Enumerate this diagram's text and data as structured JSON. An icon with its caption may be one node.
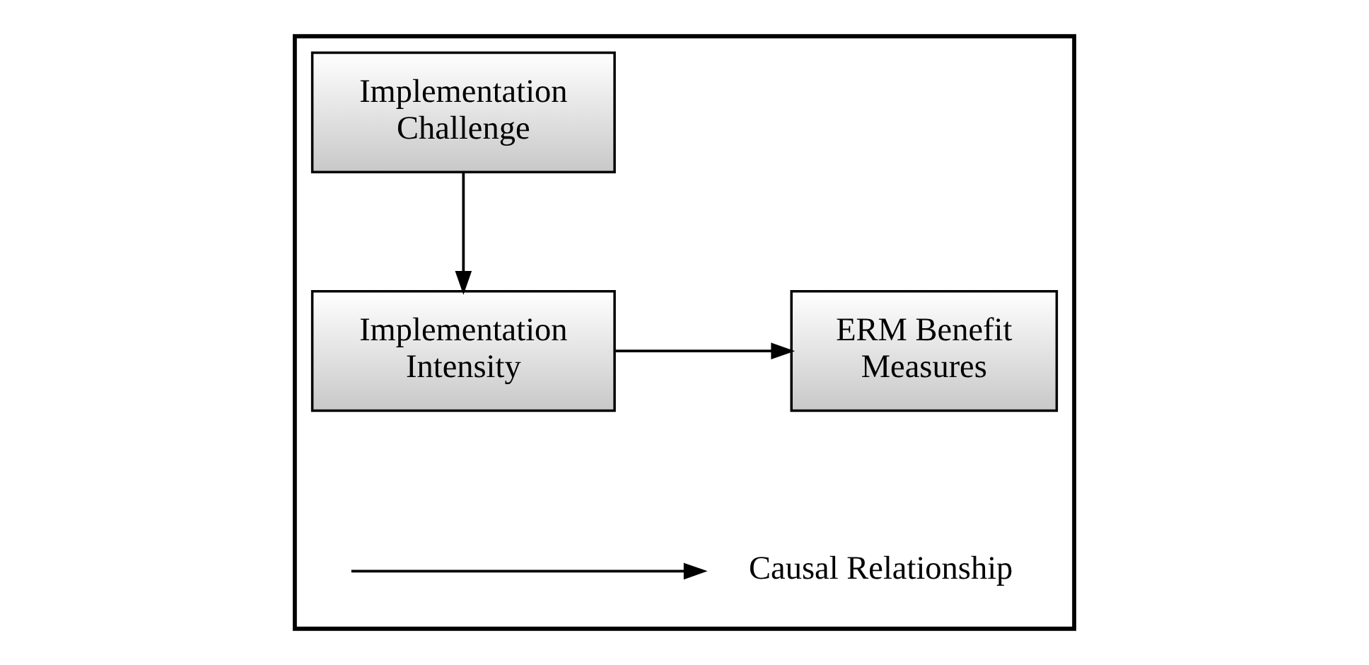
{
  "diagram": {
    "nodes": [
      {
        "text": [],
        "shape": "box"
      },
      {
        "text": [
          "Implementation Challenge"
        ],
        "in": 0
      },
      {
        "text": [
          "Implementation Intensity"
        ],
        "in": 0
      },
      {
        "text": [
          "ERM Benefit Measures"
        ],
        "in": 0
      }
    ],
    "edges": [
      {
        "from": 1,
        "to": 2,
        "arrow": "to"
      },
      {
        "from": 2,
        "to": 3,
        "arrow": "to"
      }
    ],
    "legend": [
      {
        "text": "Causal Relationship"
      }
    ]
  }
}
